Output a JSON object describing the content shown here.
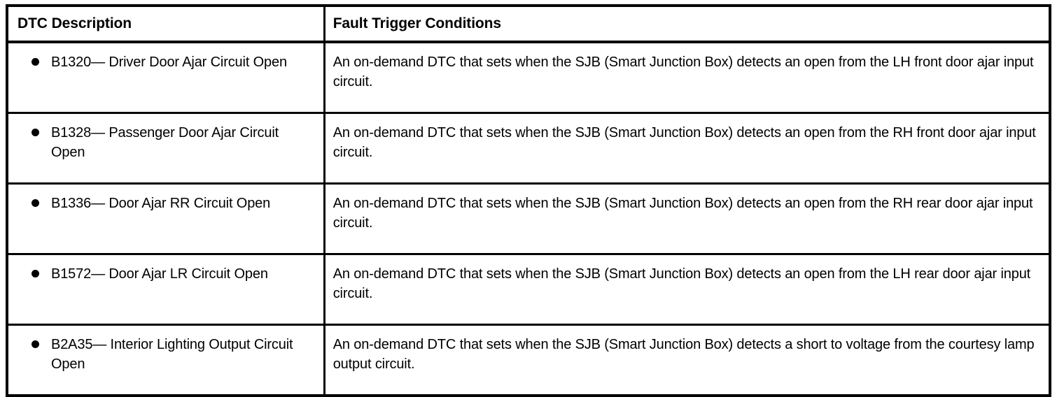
{
  "table": {
    "columns": [
      {
        "key": "dtc_description",
        "header": "DTC Description"
      },
      {
        "key": "fault_trigger_conditions",
        "header": "Fault Trigger Conditions"
      }
    ],
    "rows": [
      {
        "bullet": "●",
        "dtc_description": "B1320— Driver Door Ajar Circuit Open",
        "fault_trigger_conditions": "An on-demand DTC that sets when the SJB (Smart Junction Box) detects an open from the LH front door ajar input circuit."
      },
      {
        "bullet": "●",
        "dtc_description": "B1328— Passenger Door Ajar Circuit Open",
        "fault_trigger_conditions": "An on-demand DTC that sets when the SJB (Smart Junction Box) detects an open from the RH front door ajar input circuit."
      },
      {
        "bullet": "●",
        "dtc_description": "B1336— Door Ajar RR Circuit Open",
        "fault_trigger_conditions": "An on-demand DTC that sets when the SJB (Smart Junction Box) detects an open from the RH rear door ajar input circuit."
      },
      {
        "bullet": "●",
        "dtc_description": "B1572— Door Ajar LR Circuit Open",
        "fault_trigger_conditions": "An on-demand DTC that sets when the SJB (Smart Junction Box) detects an open from the LH rear door ajar input circuit."
      },
      {
        "bullet": "●",
        "dtc_description": "B2A35— Interior Lighting Output Circuit Open",
        "fault_trigger_conditions": "An on-demand DTC that sets when the SJB (Smart Junction Box) detects a short to voltage from the courtesy lamp output circuit."
      }
    ]
  },
  "colors": {
    "rule": "#000000",
    "text": "#000000",
    "background": "#ffffff"
  }
}
